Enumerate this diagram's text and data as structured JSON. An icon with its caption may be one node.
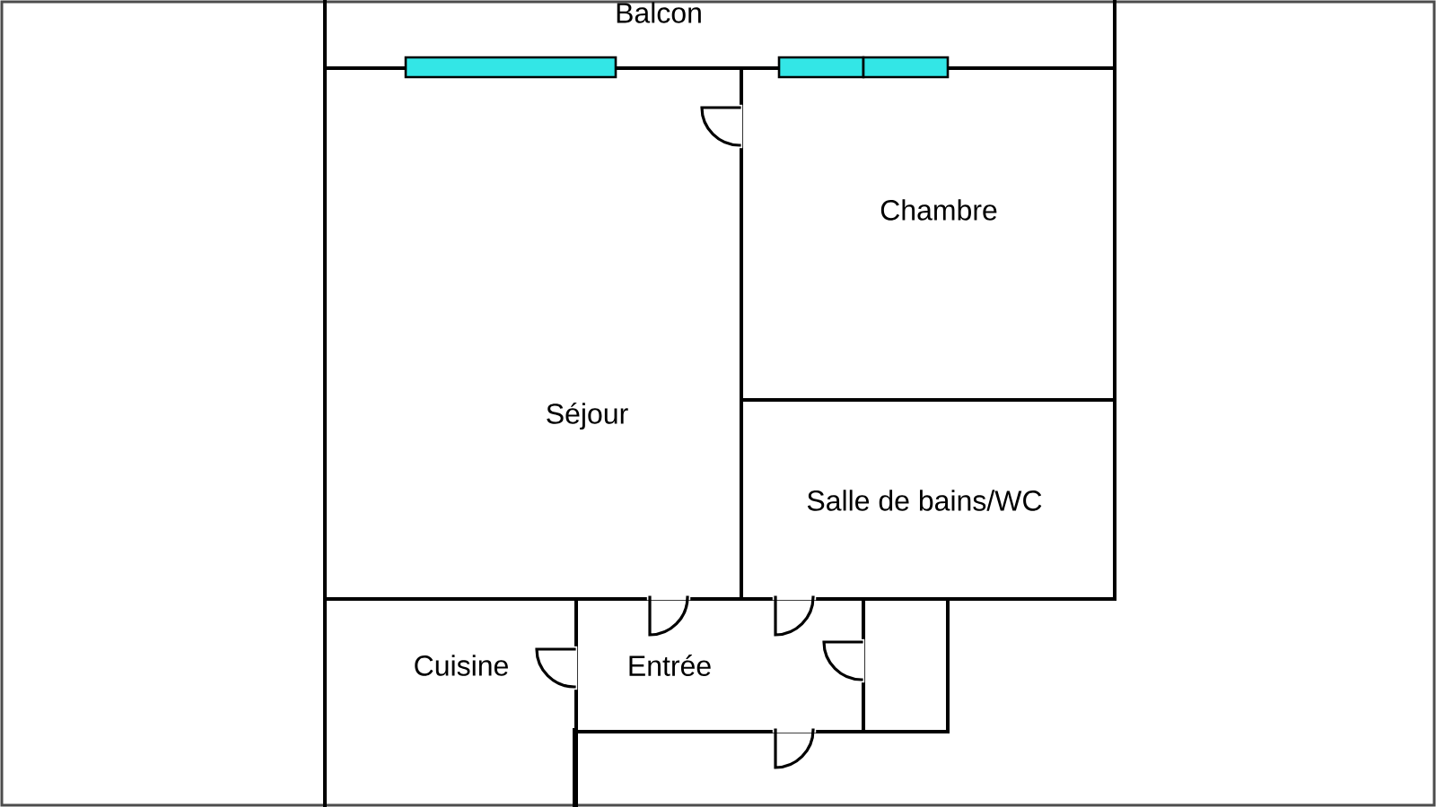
{
  "diagram": {
    "nodes": [
      {
        "text": [
          "Balcon"
        ]
      },
      {
        "text": [
          "Séjour"
        ]
      },
      {
        "text": [
          "Chambre"
        ]
      },
      {
        "text": [
          "Salle de bains/WC"
        ]
      },
      {
        "text": [
          "Cuisine"
        ]
      },
      {
        "text": [
          "Entrée"
        ]
      },
      {
        "text": [],
        "shape": "box"
      }
    ]
  }
}
